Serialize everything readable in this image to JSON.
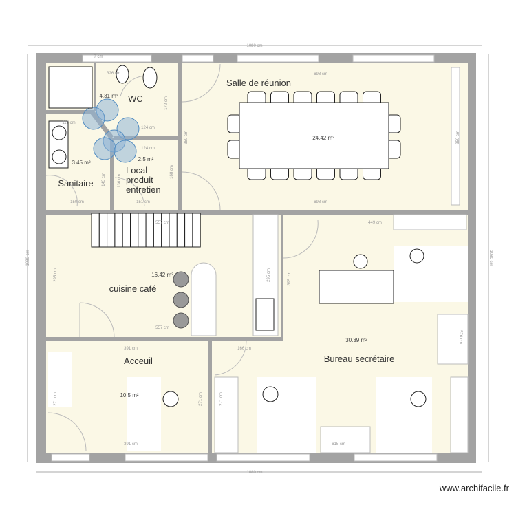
{
  "plan": {
    "watermark": "www.archifacile.fr",
    "colors": {
      "wall": "#a3a3a3",
      "floor": "#fbf8e6",
      "plumbing_joint": "#8fb5d6"
    },
    "overall_dimensions": {
      "top": "1080 cm",
      "bottom": "1080 cm",
      "left": "1080 cm",
      "right": "1080 cm"
    },
    "rooms": {
      "wc": {
        "name": "WC",
        "area": "4.31 m²",
        "dims": {
          "width": "326 cm",
          "height": "172 cm",
          "joint": "124 cm",
          "wall": "7 cm"
        }
      },
      "sanitaire": {
        "name": "Sanitaire",
        "area": "3.45 m²",
        "dims": {
          "width": "150 cm",
          "height": "143 cm",
          "side": "117 cm"
        }
      },
      "local": {
        "name_lines": [
          "Local",
          "produit",
          "entretien"
        ],
        "area": "2.5 m²",
        "dims": {
          "width": "151 cm",
          "height": "168 cm",
          "side": "136 cm",
          "top": "124 cm"
        }
      },
      "reunion": {
        "name": "Salle de réunion",
        "area": "24.42 m²",
        "dims": {
          "width_top": "698 cm",
          "width_bottom": "698 cm",
          "height_left": "350 cm",
          "height_right": "350 cm"
        }
      },
      "cuisine": {
        "name": "cuisine café",
        "area": "16.42 m²",
        "dims": {
          "width_top": "557 cm",
          "width_bottom": "557 cm",
          "height_left": "295 cm",
          "height_right": "295 cm"
        }
      },
      "accueil": {
        "name": "Acceuil",
        "area": "10.5 m²",
        "dims": {
          "width_top": "391 cm",
          "width_bottom": "391 cm",
          "height_left": "271 cm",
          "height_right": "271 cm"
        }
      },
      "bureau": {
        "name": "Bureau secrétaire",
        "area": "30.39 m²",
        "dims": {
          "top": "449 cm",
          "left_upper": "395 cm",
          "step": "166 cm",
          "left_lower": "271 cm",
          "right": "576 cm",
          "bottom": "615 cm"
        }
      }
    }
  }
}
